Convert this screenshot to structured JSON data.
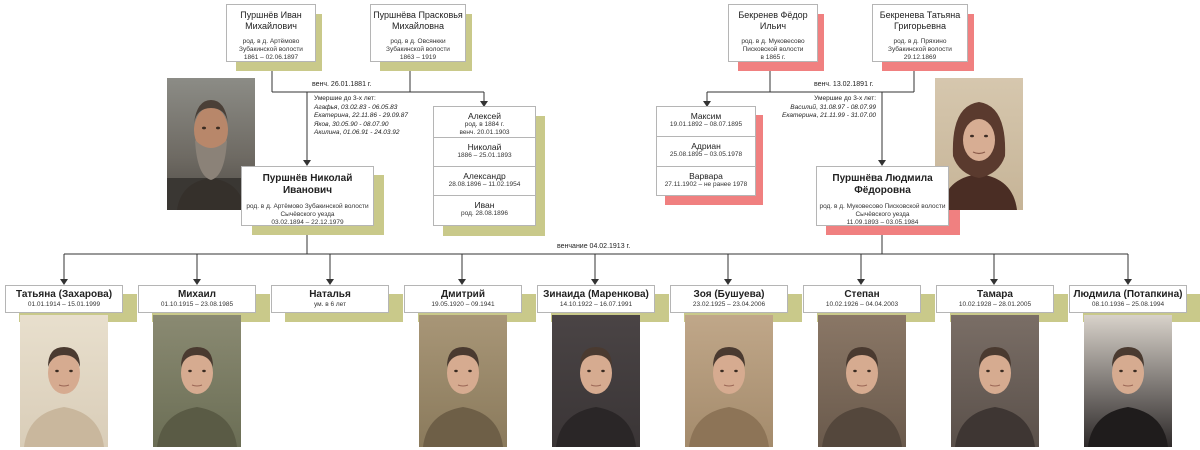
{
  "colors": {
    "olive_shadow": "#c9c98a",
    "red_shadow": "#f08080",
    "line": "#333333"
  },
  "grandparents": {
    "ivan": {
      "name": "Пуршнёв Иван Михайлович",
      "born": "род. в д. Артёмово",
      "region": "Зубакинской волости",
      "dates": "1861 – 02.06.1897"
    },
    "praskovya": {
      "name": "Пуршнёва Прасковья Михайловна",
      "born": "род. в д. Овсянкки",
      "region": "Зубакинской волости",
      "dates": "1863 – 1919"
    },
    "fedor": {
      "name": "Бекренев Фёдор Ильич",
      "born": "род. в д. Муковесово",
      "region": "Писковской волости",
      "dates": "в 1865 г."
    },
    "tatyana": {
      "name": "Бекренева Татьяна Григорьевна",
      "born": "род. в д. Пряхино",
      "region": "Зубакинской волости",
      "dates": "29.12.1869"
    }
  },
  "marriages": {
    "left": "венч. 26.01.1881 г.",
    "right": "венч. 13.02.1891 г.",
    "main": "венчание 04.02.1913 г."
  },
  "died_left": {
    "title": "Умершие до 3-х лет:",
    "items": [
      {
        "name": "Агафья",
        "dates": "03.02.83 - 06.05.83"
      },
      {
        "name": "Екатерина",
        "dates": "22.11.86 - 29.09.87"
      },
      {
        "name": "Яков",
        "dates": "30.05.90 - 08.07.90"
      },
      {
        "name": "Акилина",
        "dates": "01.06.91 - 24.03.92"
      }
    ]
  },
  "died_right": {
    "title": "Умершие до 3-х лет:",
    "items": [
      {
        "name": "Василий",
        "dates": "31.08.97 - 08.07.99"
      },
      {
        "name": "Екатерина",
        "dates": "21.11.99 - 31.07.00"
      }
    ]
  },
  "siblings_left": [
    {
      "name": "Алексей",
      "d1": "род. в 1884 г.",
      "d2": "венч. 20.01.1903"
    },
    {
      "name": "Николай",
      "d1": "1886 – 25.01.1893",
      "d2": ""
    },
    {
      "name": "Александр",
      "d1": "28.08.1896 – 11.02.1954",
      "d2": ""
    },
    {
      "name": "Иван",
      "d1": "род. 28.08.1896",
      "d2": ""
    }
  ],
  "siblings_right": [
    {
      "name": "Максим",
      "d1": "19.01.1892 – 08.07.1895"
    },
    {
      "name": "Адриан",
      "d1": "25.08.1895 – 03.05.1978"
    },
    {
      "name": "Варвара",
      "d1": "27.11.1902 – не ранее 1978"
    }
  ],
  "parents": {
    "nikolay": {
      "name": "Пуршнёв Николай Иванович",
      "born": "род. в д. Артёмово Зубакинской волости",
      "region": "Сычёвского уезда",
      "dates": "03.02.1894 – 22.12.1979"
    },
    "lyudmila": {
      "name": "Пуршнёва Людмила Фёдоровна",
      "born": "род. в д. Муковесово Писковской волости",
      "region": "Сычёвского уезда",
      "dates": "11.09.1893 – 03.05.1984"
    }
  },
  "children": [
    {
      "name": "Татьяна (Захарова)",
      "dates": "01.01.1914 – 15.01.1999",
      "photo": true
    },
    {
      "name": "Михаил",
      "dates": "01.10.1915 – 23.08.1985",
      "photo": true
    },
    {
      "name": "Наталья",
      "dates": "ум. в 6 лет",
      "photo": false
    },
    {
      "name": "Дмитрий",
      "dates": "19.05.1920 – 09.1941",
      "photo": true
    },
    {
      "name": "Зинаида (Маренкова)",
      "dates": "14.10.1922 – 16.07.1991",
      "photo": true
    },
    {
      "name": "Зоя (Бушуева)",
      "dates": "23.02.1925 – 23.04.2006",
      "photo": true
    },
    {
      "name": "Степан",
      "dates": "10.02.1926 – 04.04.2003",
      "photo": true
    },
    {
      "name": "Тамара",
      "dates": "10.02.1928 – 28.01.2005",
      "photo": true
    },
    {
      "name": "Людмила (Потапкина)",
      "dates": "08.10.1936 – 25.08.1994",
      "photo": true
    }
  ]
}
